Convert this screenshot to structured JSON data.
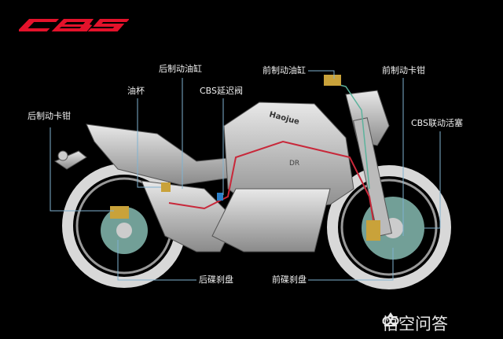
{
  "logo": {
    "text": "CBS",
    "color": "#e3122b"
  },
  "bike_brand": "Haojue",
  "bike_model": "DR",
  "labels": {
    "rear_master_cylinder": "后制动油缸",
    "front_master_cylinder": "前制动油缸",
    "front_caliper": "前制动卡钳",
    "oil_cup": "油杯",
    "cbs_delay_valve": "CBS延迟阀",
    "rear_caliper": "后制动卡钳",
    "cbs_piston": "CBS联动活塞",
    "rear_disc": "后碟刹盘",
    "front_disc": "前碟刹盘"
  },
  "watermark": "悟空问答",
  "colors": {
    "leader_line": "#7fb2d0",
    "brake_line": "#c8283a",
    "disc": "#8fc7bd",
    "caliper": "#c9a23a"
  }
}
